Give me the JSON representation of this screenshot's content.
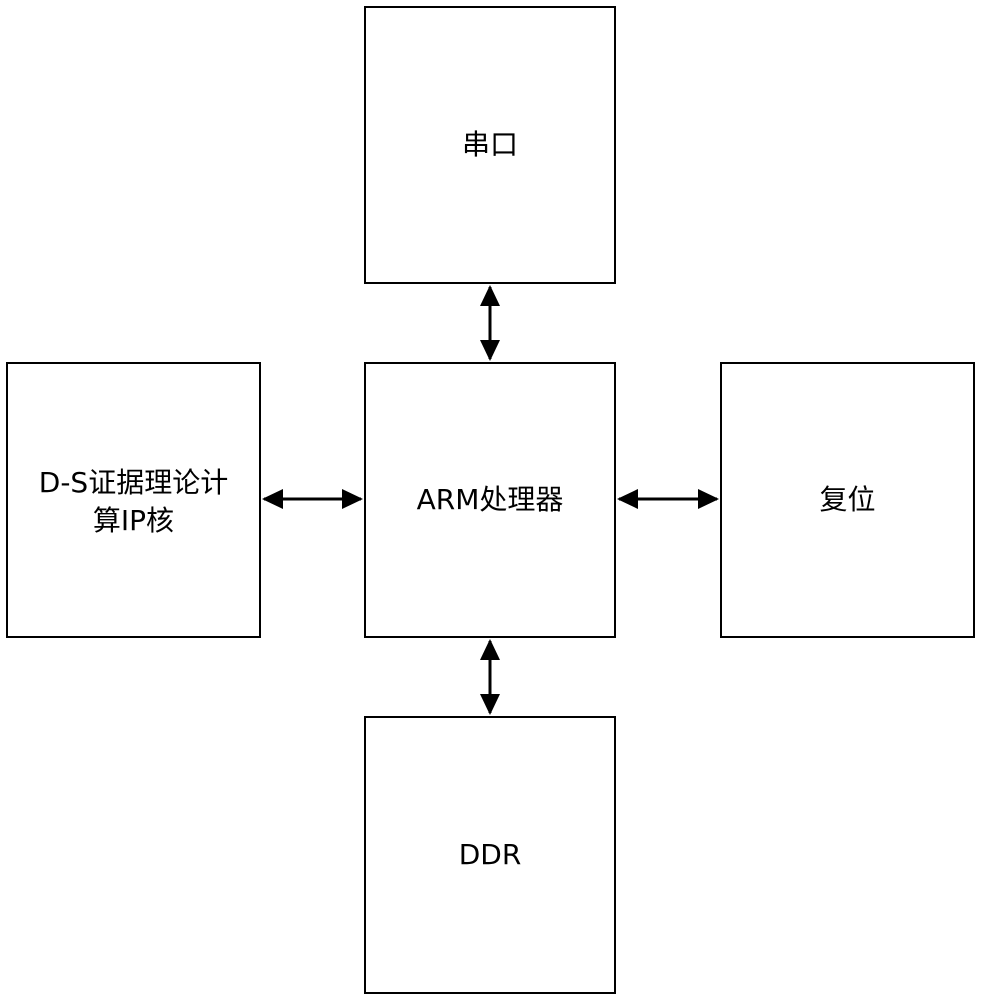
{
  "diagram": {
    "blocks": {
      "uart": {
        "label": "串口"
      },
      "arm": {
        "label": "ARM处理器"
      },
      "ds_ip": {
        "label": "D-S证据理论计\n算IP核"
      },
      "reset": {
        "label": "复位"
      },
      "ddr": {
        "label": "DDR"
      }
    },
    "connections": [
      {
        "from": "arm",
        "to": "uart",
        "direction": "bidirectional"
      },
      {
        "from": "arm",
        "to": "ds_ip",
        "direction": "bidirectional"
      },
      {
        "from": "arm",
        "to": "reset",
        "direction": "bidirectional"
      },
      {
        "from": "arm",
        "to": "ddr",
        "direction": "bidirectional"
      }
    ],
    "colors": {
      "stroke": "#000000",
      "background": "#ffffff"
    }
  }
}
